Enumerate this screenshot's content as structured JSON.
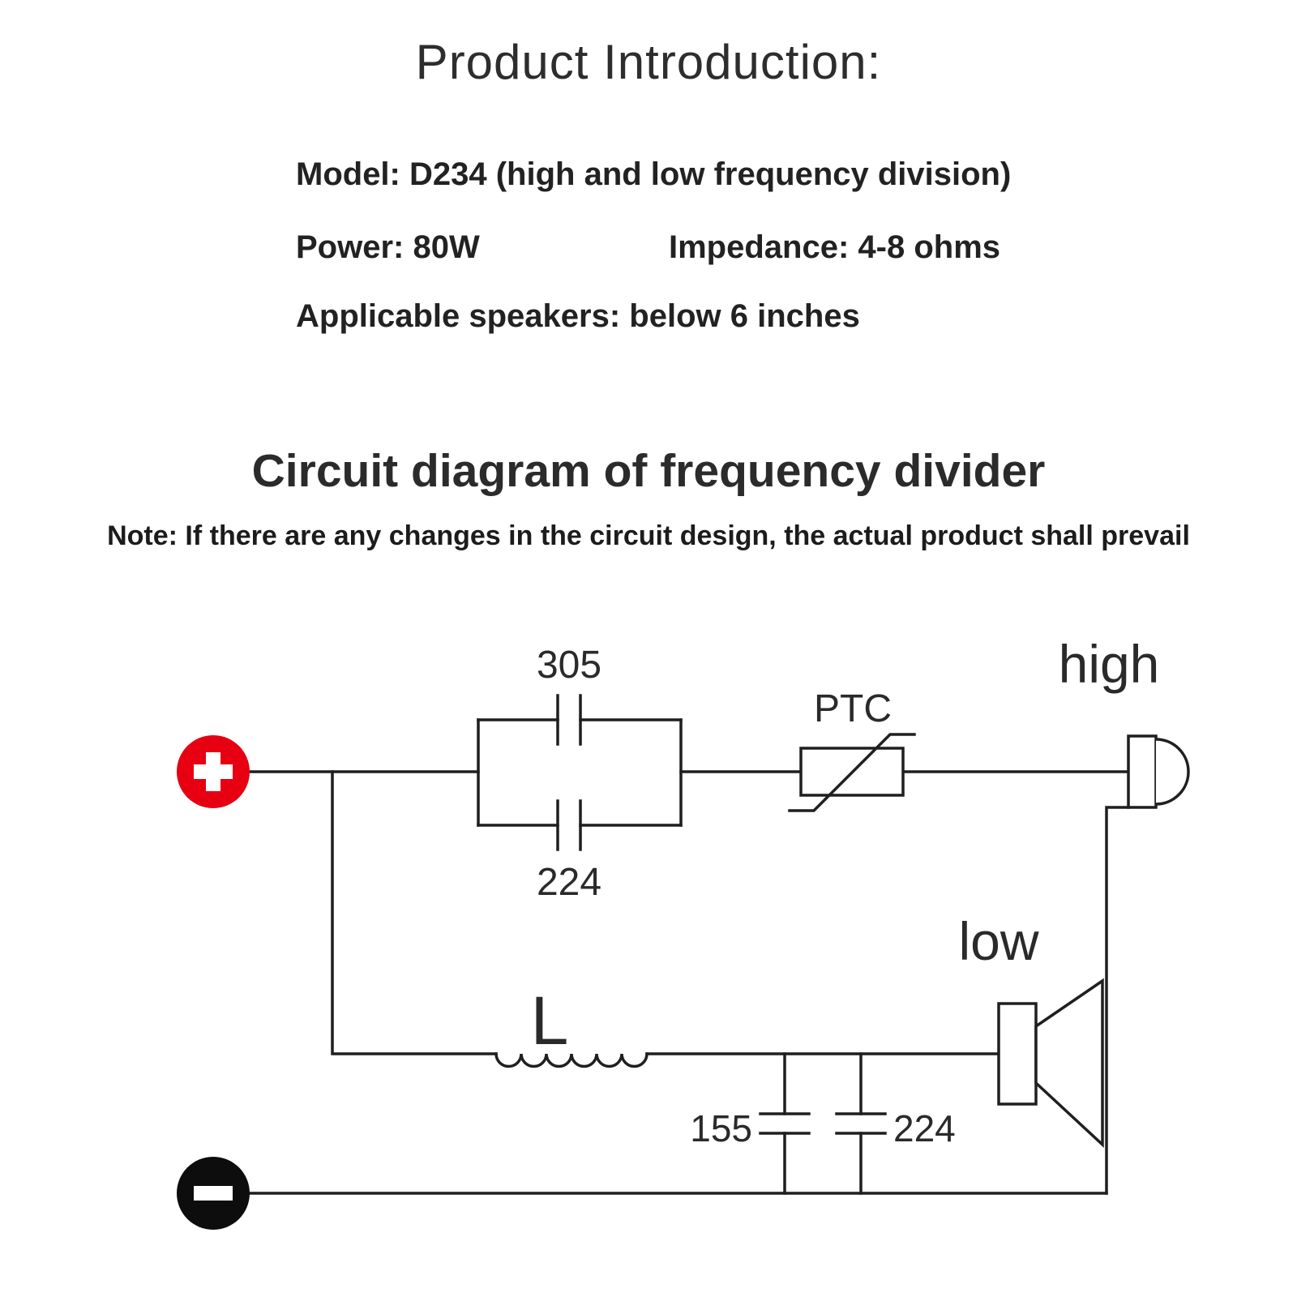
{
  "page": {
    "title": "Product Introduction:",
    "specs": {
      "model": "Model: D234 (high and low frequency division)",
      "power": "Power: 80W",
      "impedance": "Impedance: 4-8 ohms",
      "speakers": "Applicable speakers: below 6 inches"
    },
    "diagram": {
      "heading": "Circuit diagram of frequency divider",
      "note": "Note: If there are any changes in the circuit design, the actual product shall prevail"
    }
  },
  "circuit": {
    "labels": {
      "cap_top": "305",
      "cap_bottom": "224",
      "ptc": "PTC",
      "high": "high",
      "low": "low",
      "inductor": "L",
      "cap_shunt1": "155",
      "cap_shunt2": "224"
    },
    "icons": {
      "plus_terminal": "plus-circle-icon",
      "minus_terminal": "minus-circle-icon",
      "tweeter": "tweeter-speaker-icon",
      "woofer": "woofer-speaker-icon",
      "ptc": "ptc-thermistor-icon",
      "inductor": "inductor-coil-icon",
      "capacitor": "capacitor-icon"
    },
    "colors": {
      "line": "#1f1f1f",
      "plus_terminal": "#e60012",
      "minus_terminal": "#0d0d0d"
    }
  }
}
